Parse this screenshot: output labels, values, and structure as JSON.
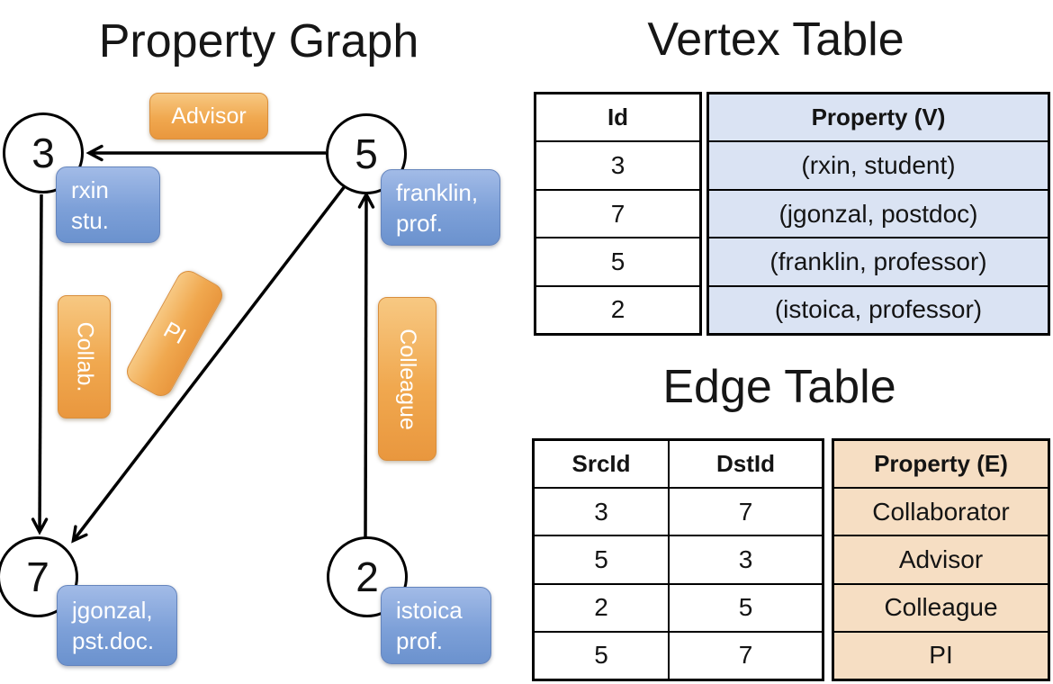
{
  "graph": {
    "title": "Property Graph",
    "nodes": [
      {
        "id": "3",
        "line1": "rxin",
        "line2": "stu."
      },
      {
        "id": "5",
        "line1": "franklin,",
        "line2": "prof."
      },
      {
        "id": "7",
        "line1": "jgonzal,",
        "line2": "pst.doc."
      },
      {
        "id": "2",
        "line1": "istoica",
        "line2": "prof."
      }
    ],
    "edges": [
      {
        "src": "5",
        "dst": "3",
        "label": "Advisor"
      },
      {
        "src": "3",
        "dst": "7",
        "label": "Collab."
      },
      {
        "src": "5",
        "dst": "7",
        "label": "PI"
      },
      {
        "src": "2",
        "dst": "5",
        "label": "Colleague"
      }
    ]
  },
  "vertex_table": {
    "title": "Vertex Table",
    "columns": {
      "id": "Id",
      "property": "Property (V)"
    },
    "rows": [
      {
        "id": "3",
        "property": "(rxin, student)"
      },
      {
        "id": "7",
        "property": "(jgonzal, postdoc)"
      },
      {
        "id": "5",
        "property": "(franklin, professor)"
      },
      {
        "id": "2",
        "property": "(istoica, professor)"
      }
    ]
  },
  "edge_table": {
    "title": "Edge Table",
    "columns": {
      "src": "SrcId",
      "dst": "DstId",
      "property": "Property (E)"
    },
    "rows": [
      {
        "src": "3",
        "dst": "7",
        "property": "Collaborator"
      },
      {
        "src": "5",
        "dst": "3",
        "property": "Advisor"
      },
      {
        "src": "2",
        "dst": "5",
        "property": "Colleague"
      },
      {
        "src": "5",
        "dst": "7",
        "property": "PI"
      }
    ]
  },
  "colors": {
    "edge_label_orange": "#f0a84f",
    "vertex_label_blue": "#7da0d8",
    "vertex_property_bg": "#dae3f3",
    "edge_property_bg": "#f6dec3",
    "line_black": "#000000"
  }
}
